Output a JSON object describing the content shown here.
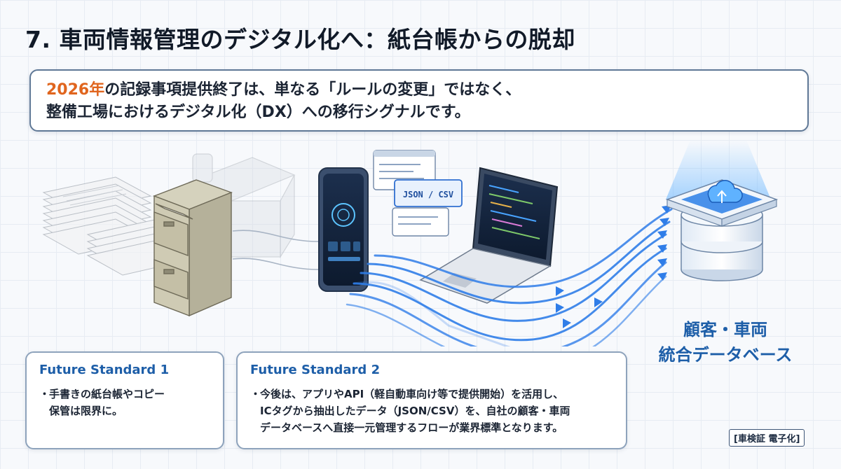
{
  "title": "7. 車両情報管理のデジタル化へ：紙台帳からの脱却",
  "intro": {
    "line1_accent": "2026年",
    "line1_rest": "の記録事項提供終了は、単なる「ルールの変更」ではなく、",
    "line2": "整備工場におけるデジタル化（DX）への移行シグナルです。"
  },
  "illustration": {
    "json_badge": "JSON / CSV",
    "database_label_line1": "顧客・車両",
    "database_label_line2": "統合データベース"
  },
  "cards": [
    {
      "heading": "Future Standard 1",
      "bullet": "・",
      "lines": [
        "手書きの紙台帳やコピー",
        "保管は限界に。"
      ]
    },
    {
      "heading": "Future Standard 2",
      "bullet": "・",
      "lines": [
        "今後は、アプリやAPI（軽自動車向け等で提供開始）を活用し、",
        "ICタグから抽出したデータ（JSON/CSV）を、自社の顧客・車両",
        "データベースへ直接一元管理するフローが業界標準となります。"
      ]
    }
  ],
  "tag": "[車検証 電子化]",
  "colors": {
    "accent": "#e0651e",
    "heading_blue": "#1d5ea8",
    "flow_blue": "#2f7de8"
  }
}
